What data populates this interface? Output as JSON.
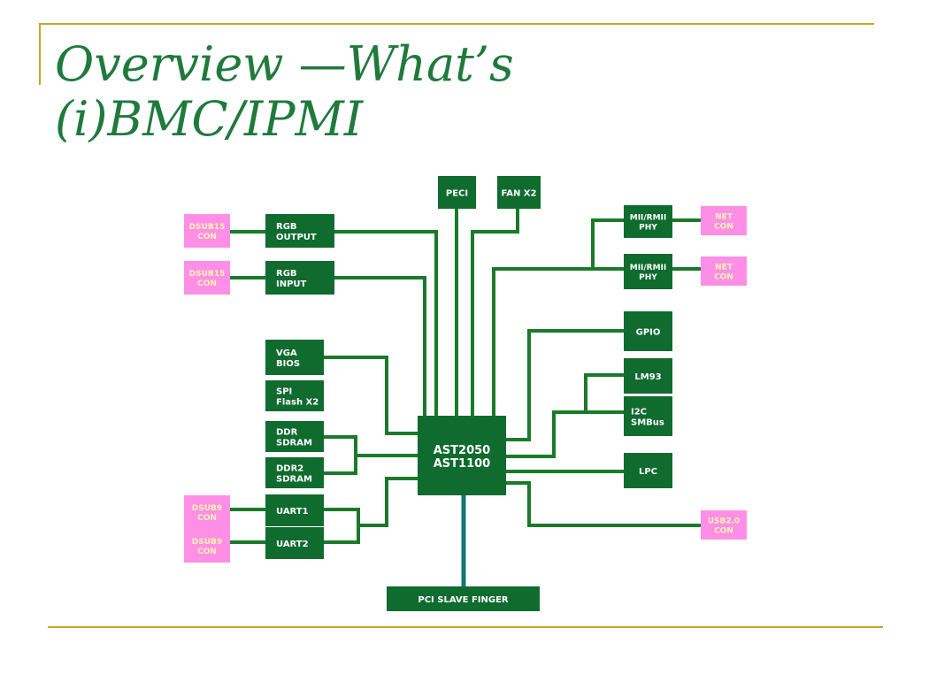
{
  "slide": {
    "title_line1": "Overview —What’s",
    "title_line2": "(i)BMC/IPMI"
  },
  "diagram": {
    "colors": {
      "green_box": "#0f6b2e",
      "connector_box": "#ff8fe6",
      "line": "#1a7a2a",
      "pci_line": "#0f7a7a",
      "box_text": "#ffffff",
      "connector_text": "#fff5b0",
      "title": "#1f7a3c",
      "rule": "#c9a52a"
    },
    "core": {
      "line1": "AST2050",
      "line2": "AST1100"
    },
    "top": {
      "peci": "PECI",
      "fan": "FAN X2"
    },
    "left": {
      "rgb_output": [
        "RGB",
        "OUTPUT"
      ],
      "rgb_input": [
        "RGB",
        "INPUT"
      ],
      "vga_bios": [
        "VGA",
        "BIOS"
      ],
      "spi_flash": [
        "SPI",
        "Flash X2"
      ],
      "ddr_sdram": [
        "DDR",
        "SDRAM"
      ],
      "ddr2_sdram": [
        "DDR2",
        "SDRAM"
      ],
      "uart1": "UART1",
      "uart2": "UART2"
    },
    "left_connectors": {
      "dsub15_1": [
        "DSUB15",
        "CON"
      ],
      "dsub15_2": [
        "DSUB15",
        "CON"
      ],
      "dsub9_1": [
        "DSUB9",
        "CON"
      ],
      "dsub9_2": [
        "DSUB9",
        "CON"
      ]
    },
    "right": {
      "phy1": [
        "MII/RMII",
        "PHY"
      ],
      "phy2": [
        "MII/RMII",
        "PHY"
      ],
      "gpio": "GPIO",
      "lm93": "LM93",
      "i2c": [
        "I2C",
        "SMBus"
      ],
      "lpc": "LPC"
    },
    "right_connectors": {
      "net1": [
        "NET",
        "CON"
      ],
      "net2": [
        "NET",
        "CON"
      ],
      "usb": [
        "USB2.0",
        "CON"
      ]
    },
    "bottom": {
      "pci": "PCI SLAVE FINGER"
    }
  }
}
